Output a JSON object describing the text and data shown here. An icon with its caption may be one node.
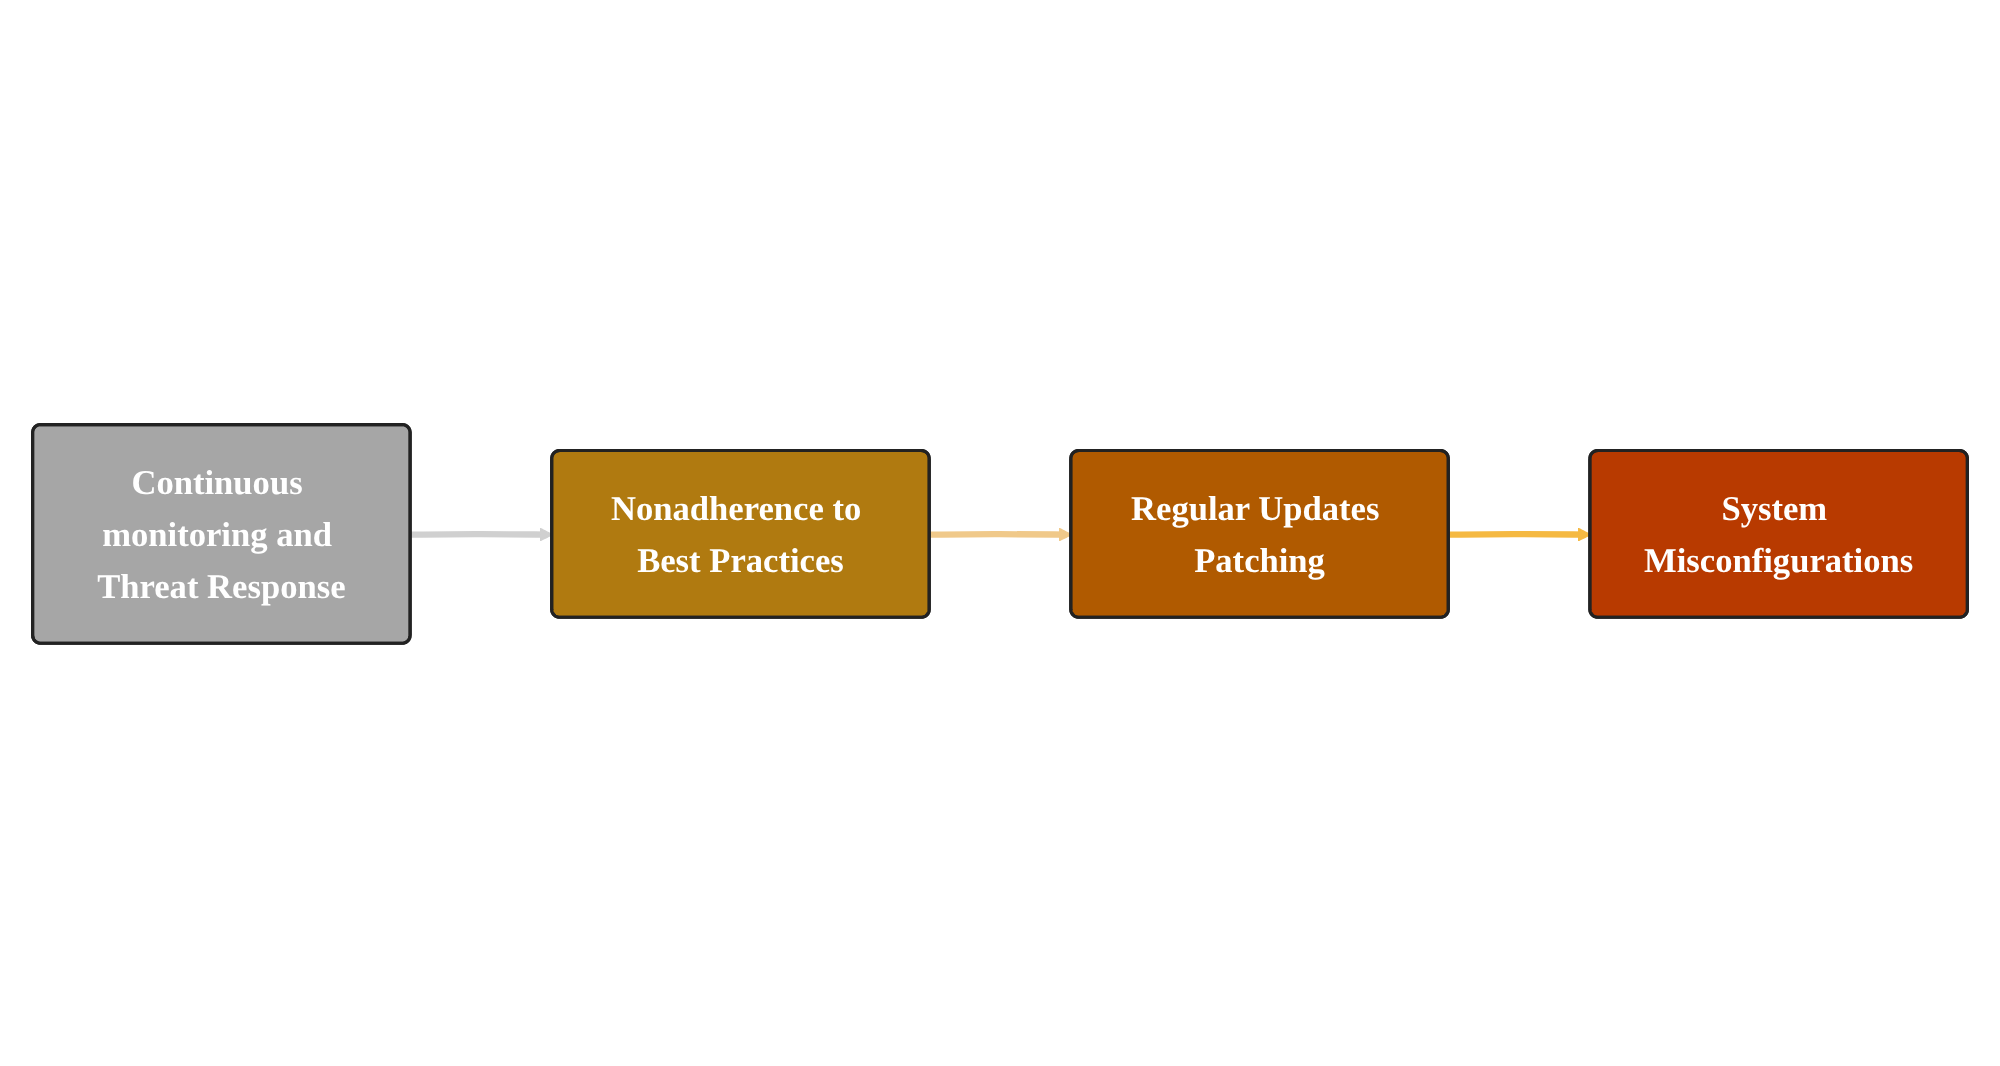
{
  "diagram": {
    "nodes": [
      {
        "text": [
          "Continuous monitoring and Threat Response"
        ]
      },
      {
        "text": [
          "Nonadherence to Best Practices"
        ]
      },
      {
        "text": [
          "Regular Updates Patching"
        ]
      },
      {
        "text": [
          "System Misconfigurations"
        ]
      }
    ],
    "edges": [
      {
        "from": 0,
        "to": 1,
        "arrow": "to",
        "color": "#d0d0d0"
      },
      {
        "from": 1,
        "to": 2,
        "arrow": "to",
        "color": "#f0c98a"
      },
      {
        "from": 2,
        "to": 3,
        "arrow": "to",
        "color": "#f5b942"
      }
    ]
  }
}
